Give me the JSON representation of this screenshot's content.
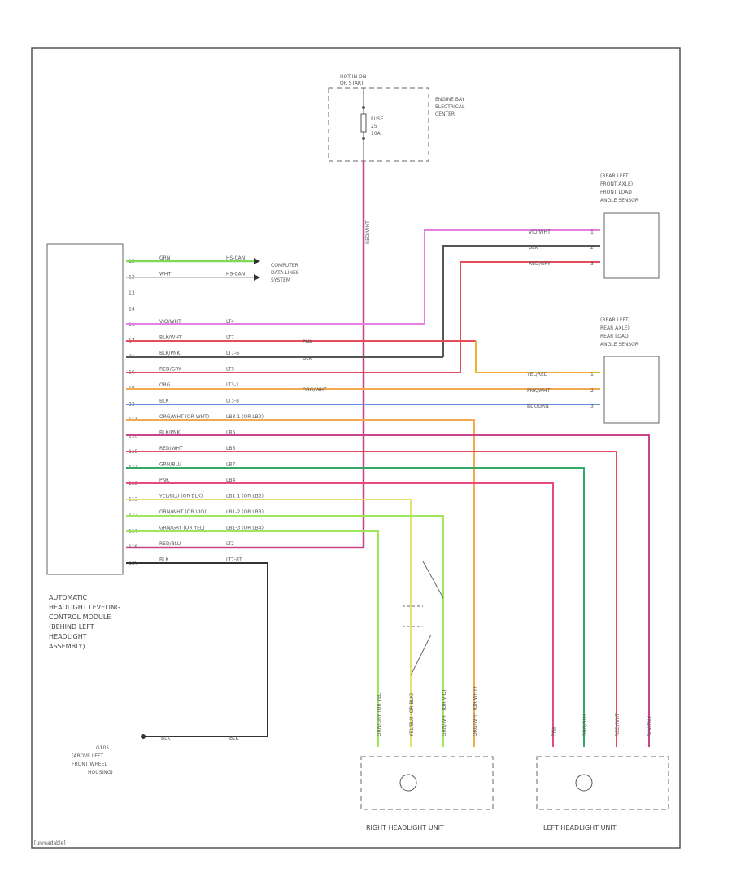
{
  "fuse_box": {
    "header": [
      "HOT IN ON",
      "OR START"
    ],
    "title": [
      "ENGINE BAY",
      "ELECTRICAL",
      "CENTER"
    ],
    "fuse_label": [
      "FUSE",
      "25",
      "10A"
    ]
  },
  "module": {
    "caption": [
      "AUTOMATIC",
      "HEADLIGHT LEVELING",
      "CONTROL MODULE",
      "(BEHIND LEFT",
      "HEADLIGHT",
      "ASSEMBLY)"
    ],
    "pins": [
      "15",
      "12",
      "13",
      "14",
      "11",
      "17",
      "21",
      "16",
      "18",
      "22",
      "111",
      "110",
      "115",
      "114",
      "113",
      "112",
      "117",
      "116",
      "118",
      "120"
    ],
    "colors": [
      "GRN",
      "WHT",
      "",
      "",
      "VIO/WHT",
      "BLK/WHT",
      "BLK/PNK",
      "RED/GRY",
      "ORG",
      "BLK",
      "ORG/WHT  (OR WHT)",
      "BLK/PNK",
      "RED/WHT",
      "GRN/BLU",
      "PNK",
      "YEL/BLU  (OR BLK)",
      "GRN/WHT  (OR VIO)",
      "GRN/GRY  (OR YEL)",
      "RED/BLU",
      "BLK"
    ],
    "circuits": [
      "HS-CAN",
      "HS-CAN",
      "",
      "",
      "LT4",
      "LT7",
      "LT7-6",
      "LT3",
      "LT3-1",
      "LT3-8",
      "LB3-1 (OR LB2)",
      "LB5",
      "LB5",
      "LB7",
      "LB4",
      "LB1-1 (OR LB2)",
      "LB1-2 (OR LB3)",
      "LB1-3 (OR LB4)",
      "LT2",
      "LT7-8T"
    ]
  },
  "computer_link": [
    "COMPUTER",
    "DATA LINES",
    "SYSTEM"
  ],
  "front_sensor": {
    "title": [
      "(REAR LEFT",
      "FRONT AXLE)",
      "FRONT LOAD",
      "ANGLE SENSOR"
    ],
    "colors": [
      "VIO/WHT",
      "BLK",
      "RED/GRY"
    ],
    "pins": [
      "1",
      "2",
      "3"
    ]
  },
  "rear_sensor": {
    "title": [
      "(REAR LEFT",
      "REAR AXLE)",
      "REAR LOAD",
      "ANGLE SENSOR"
    ],
    "colors": [
      "YEL/RED",
      "PNK/WHT",
      "BLK/GRN"
    ],
    "pins": [
      "1",
      "2",
      "3"
    ]
  },
  "splice_labels": [
    "PNK",
    "BLK",
    "ORG/WHT"
  ],
  "fuse_wire_label": "RED/WHT",
  "ground": {
    "caption": [
      "G105",
      "(ABOVE LEFT",
      "FRONT WHEEL",
      "HOUSING)"
    ],
    "wire_left": "BLK",
    "wire_right": "BLK"
  },
  "right_headlight": {
    "caption": "RIGHT HEADLIGHT UNIT",
    "wires": [
      "GRN/GRY (OR YEL)",
      "YEL/BLU (OR BLK)",
      "GRN/WHT (OR VIO)",
      "ORG/WHT (OR WHT)"
    ]
  },
  "left_headlight": {
    "caption": "LEFT HEADLIGHT UNIT",
    "wires": [
      "PNK",
      "GRN/BLU",
      "RED/WHT",
      "BLK/PNK"
    ]
  },
  "figure_id": "[unreadable]",
  "colors": {
    "green": "#7ed957",
    "pink": "#e04fa0",
    "violet": "#e67ee6",
    "red": "#e64b5c",
    "orange": "#f3a94f",
    "dark": "#555555",
    "gray": "#999999",
    "yellow": "#f0e060",
    "blue": "#6a8fe0",
    "lightgreen": "#9ee65a"
  }
}
